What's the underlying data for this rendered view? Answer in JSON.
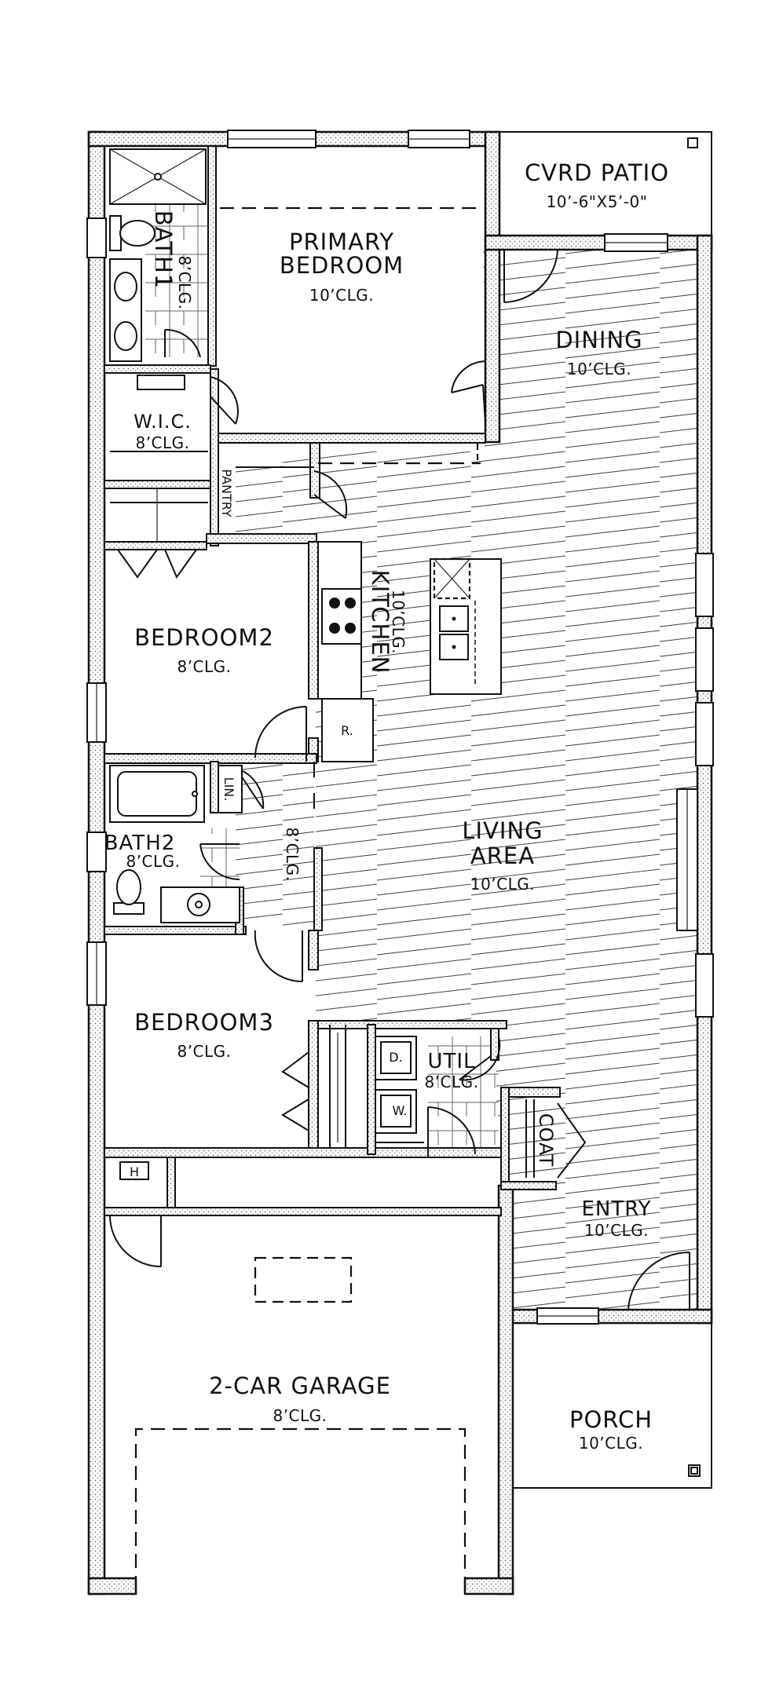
{
  "rooms": {
    "cvrd_patio": {
      "name": "CVRD PATIO",
      "size": "10’-6\"X5’-0\""
    },
    "primary_bedroom": {
      "line1": "PRIMARY",
      "line2": "BEDROOM",
      "ceiling": "10’CLG."
    },
    "bath1": {
      "name": "BATH1",
      "ceiling": "8’CLG."
    },
    "wic": {
      "name": "W.I.C.",
      "ceiling": "8’CLG."
    },
    "pantry": {
      "name": "PANTRY"
    },
    "dining": {
      "name": "DINING",
      "ceiling": "10’CLG."
    },
    "kitchen": {
      "name": "KITCHEN",
      "ceiling": "10’CLG."
    },
    "bedroom2": {
      "name": "BEDROOM2",
      "ceiling": "8’CLG."
    },
    "lin": {
      "name": "LIN."
    },
    "bath2": {
      "name": "BATH2",
      "ceiling": "8’CLG."
    },
    "hall": {
      "ceiling": "8’CLG."
    },
    "living_area": {
      "line1": "LIVING",
      "line2": "AREA",
      "ceiling": "10’CLG."
    },
    "bedroom3": {
      "name": "BEDROOM3",
      "ceiling": "8’CLG."
    },
    "util": {
      "name": "UTIL",
      "ceiling": "8’CLG."
    },
    "coat": {
      "name": "COAT"
    },
    "entry": {
      "name": "ENTRY",
      "ceiling": "10’CLG."
    },
    "garage": {
      "name": "2-CAR GARAGE",
      "ceiling": "8’CLG."
    },
    "porch": {
      "name": "PORCH",
      "ceiling": "10’CLG."
    }
  },
  "fixtures": {
    "refrigerator": "R.",
    "dryer": "D.",
    "washer": "W.",
    "water_heater": "H"
  }
}
